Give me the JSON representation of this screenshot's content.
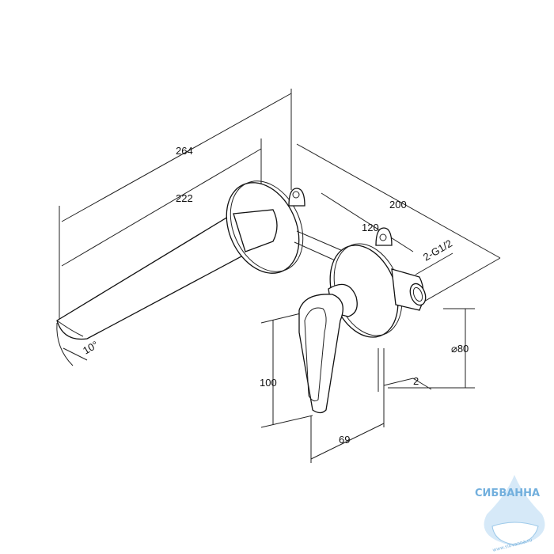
{
  "dimensions": {
    "overall_length": "264",
    "spout_length": "222",
    "body_depth": "200",
    "mixer_depth": "120",
    "connection": "2-G1/2",
    "escutcheon_diameter": "⌀80",
    "handle_height": "100",
    "handle_projection": "69",
    "gap": "2",
    "spout_angle": "10°"
  },
  "watermark": {
    "brand": "СИБВАННА",
    "url": "www.sibvanna.ru"
  }
}
